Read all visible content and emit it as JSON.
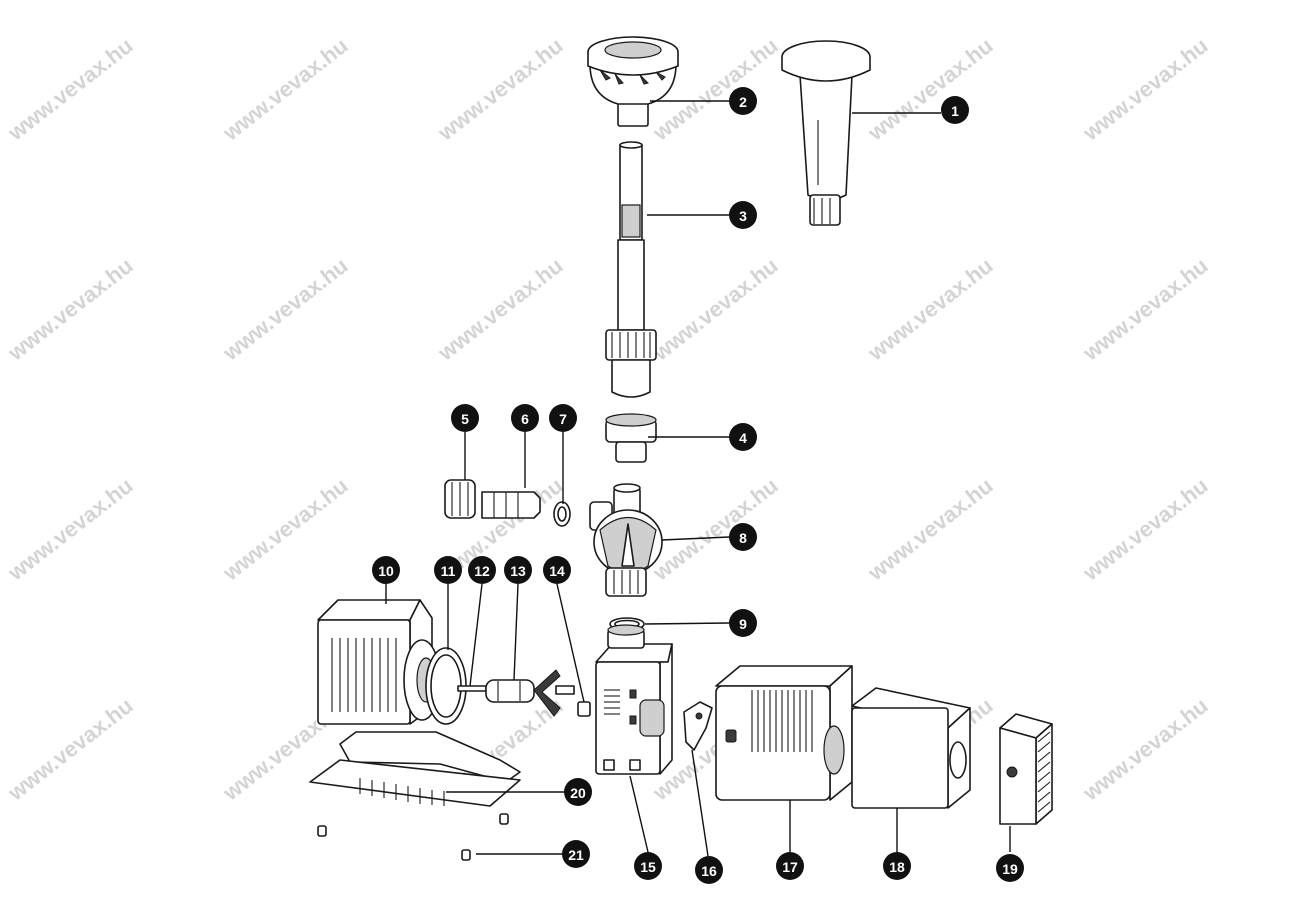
{
  "watermark": {
    "text": "www.vevax.hu"
  },
  "callouts": [
    {
      "id": "1",
      "label": "1"
    },
    {
      "id": "2",
      "label": "2"
    },
    {
      "id": "3",
      "label": "3"
    },
    {
      "id": "4",
      "label": "4"
    },
    {
      "id": "5",
      "label": "5"
    },
    {
      "id": "6",
      "label": "6"
    },
    {
      "id": "7",
      "label": "7"
    },
    {
      "id": "8",
      "label": "8"
    },
    {
      "id": "9",
      "label": "9"
    },
    {
      "id": "10",
      "label": "10"
    },
    {
      "id": "11",
      "label": "11"
    },
    {
      "id": "12",
      "label": "12"
    },
    {
      "id": "13",
      "label": "13"
    },
    {
      "id": "14",
      "label": "14"
    },
    {
      "id": "15",
      "label": "15"
    },
    {
      "id": "16",
      "label": "16"
    },
    {
      "id": "17",
      "label": "17"
    },
    {
      "id": "18",
      "label": "18"
    },
    {
      "id": "19",
      "label": "19"
    },
    {
      "id": "20",
      "label": "20"
    },
    {
      "id": "21",
      "label": "21"
    }
  ],
  "colors": {
    "badge": "#111111",
    "line": "#1a1a1a",
    "watermark": "#d4d4d4"
  }
}
